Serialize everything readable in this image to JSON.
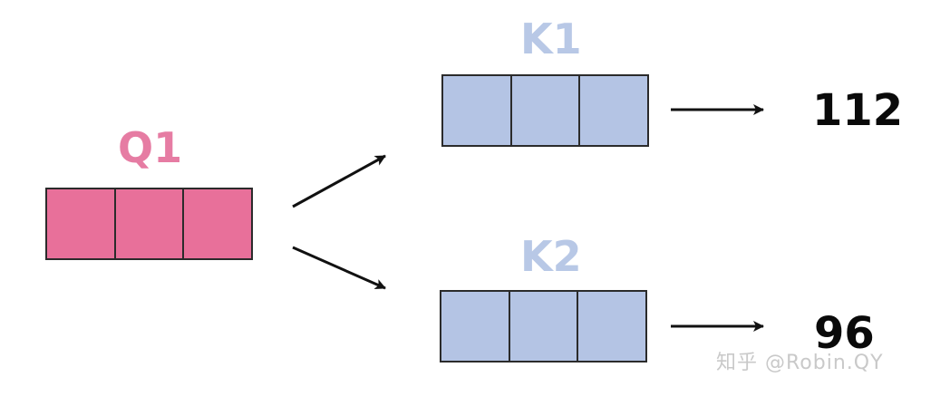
{
  "query": {
    "label": "Q1",
    "cells": 3,
    "color": "#e8709a",
    "label_color": "#e67ca3"
  },
  "keys": [
    {
      "label": "K1",
      "cells": 3,
      "score": "112"
    },
    {
      "label": "K2",
      "cells": 3,
      "score": "96"
    }
  ],
  "key_color": "#b4c4e4",
  "key_label_color": "#b8c8e6",
  "watermark": "知乎 @Robin.QY"
}
